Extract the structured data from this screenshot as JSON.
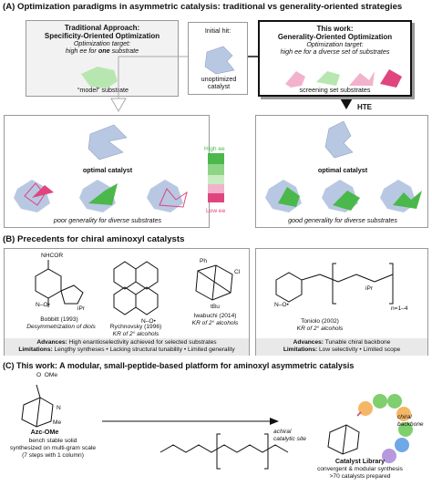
{
  "colors": {
    "shape_blue": "#b9c8e2",
    "shape_blue_edge": "#8fa3c6",
    "green": "#4bb84b",
    "light_green": "#b8e6b0",
    "pink": "#e0457e",
    "light_pink": "#f3b2cc",
    "gray_panel": "#eeeeee",
    "orange": "#f4b766",
    "green_ball": "#7fcf6e",
    "blue_ball": "#6fa8e6",
    "purple_ball": "#b799dd"
  },
  "sectionA": {
    "title": "(A) Optimization paradigms in asymmetric catalysis: traditional vs generality-oriented strategies",
    "trad_title1": "Traditional Approach:",
    "trad_title2": "Specificity-Oriented Optimization",
    "trad_target_label": "Optimization target:",
    "trad_target_a": "high ee for ",
    "trad_target_b": "one",
    "trad_target_c": " substrate",
    "model_substrate": "“model” substrate",
    "initial_hit": "Initial hit:",
    "unoptimized": "unoptimized",
    "catalyst": "catalyst",
    "work_title1": "This work:",
    "work_title2": "Generality-Oriented Optimization",
    "work_target_label": "Optimization target:",
    "work_target": "high ee for a diverse set of substrates",
    "screening": "screening set substrates",
    "hte": "HTE",
    "optimal_left": "optimal catalyst",
    "optimal_right": "optimal catalyst",
    "high_ee": "High ee",
    "low_ee": "Low ee",
    "poor": "poor generality for diverse substrates",
    "good": "good generality for diverse substrates"
  },
  "sectionB": {
    "title": "(B) Precedents for chiral aminoxyl catalysts",
    "bobbitt": "Bobbitt (1993)",
    "bobbitt_sub": "Desymmetrization of diols",
    "rychnovsky": "Rychnovsky (1996)",
    "rychnovsky_sub": "KR of 2° alcohols",
    "iwabuchi": "Iwabuchi (2014)",
    "iwabuchi_sub": "KR of 2° alcohols",
    "toniolo": "Toniolo (2002)",
    "toniolo_sub": "KR of 2° alcohols",
    "adv_left_label": "Advances:",
    "adv_left": " High enantioselectivity achieved for selected substrates",
    "lim_left_label": "Limitations:",
    "lim_left": " Lengthy syntheses • Lacking structural tunability • Limited generality",
    "adv_right_label": "Advances:",
    "adv_right": " Tunable chiral backbone",
    "lim_right_label": "Limitations:",
    "lim_right": " Low selectivity • Limited scope",
    "nhcor": "NHCOR",
    "ipr": "iPr",
    "bu": "tBu",
    "ph": "Ph",
    "cl": "Cl",
    "n14": "n=1–4"
  },
  "sectionC": {
    "title": "(C) This work: A modular, small-peptide-based platform for aminoxyl asymmetric catalysis",
    "azc": "Azc-OMe",
    "azc_l1": "bench stable solid",
    "azc_l2": "synthesized on multi-gram scale",
    "azc_l3": "(7 steps with 1 column)",
    "achiral": "achiral",
    "catalytic_site": "catalytic site",
    "chiral": "chiral",
    "backbone": "backbone",
    "library": "Catalyst Library",
    "lib_l1": "convergent & modular synthesis",
    "lib_l2": ">70 catalysts prepared"
  }
}
